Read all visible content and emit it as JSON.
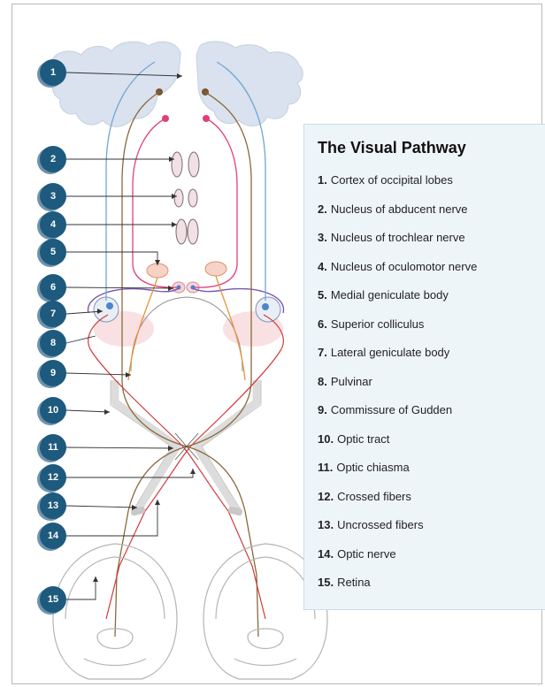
{
  "title": "The Visual Pathway",
  "items": [
    {
      "num": "1.",
      "label": "Cortex of occipital lobes"
    },
    {
      "num": "2.",
      "label": "Nucleus of abducent nerve"
    },
    {
      "num": "3.",
      "label": "Nucleus of trochlear nerve"
    },
    {
      "num": "4.",
      "label": "Nucleus of oculomotor nerve"
    },
    {
      "num": "5.",
      "label": "Medial geniculate body"
    },
    {
      "num": "6.",
      "label": "Superior colliculus"
    },
    {
      "num": "7.",
      "label": "Lateral geniculate body"
    },
    {
      "num": "8.",
      "label": "Pulvinar"
    },
    {
      "num": "9.",
      "label": "Commissure of Gudden"
    },
    {
      "num": "10.",
      "label": "Optic tract"
    },
    {
      "num": "11.",
      "label": "Optic chiasma"
    },
    {
      "num": "12.",
      "label": "Crossed fibers"
    },
    {
      "num": "13.",
      "label": "Uncrossed fibers"
    },
    {
      "num": "14.",
      "label": "Optic nerve"
    },
    {
      "num": "15.",
      "label": "Retina"
    }
  ],
  "markers": [
    "1",
    "2",
    "3",
    "4",
    "5",
    "6",
    "7",
    "8",
    "9",
    "10",
    "11",
    "12",
    "13",
    "14",
    "15"
  ],
  "colors": {
    "badge": "#1e5a7e",
    "cortex": "#d9e2ee",
    "blue_fiber": "#6fa6d6",
    "brown_fiber": "#8a6a3c",
    "pink_fiber": "#e0407a",
    "orange_fiber": "#e8943a",
    "purple_fiber": "#7b55b5",
    "legend_bg": "#eef5f9"
  }
}
